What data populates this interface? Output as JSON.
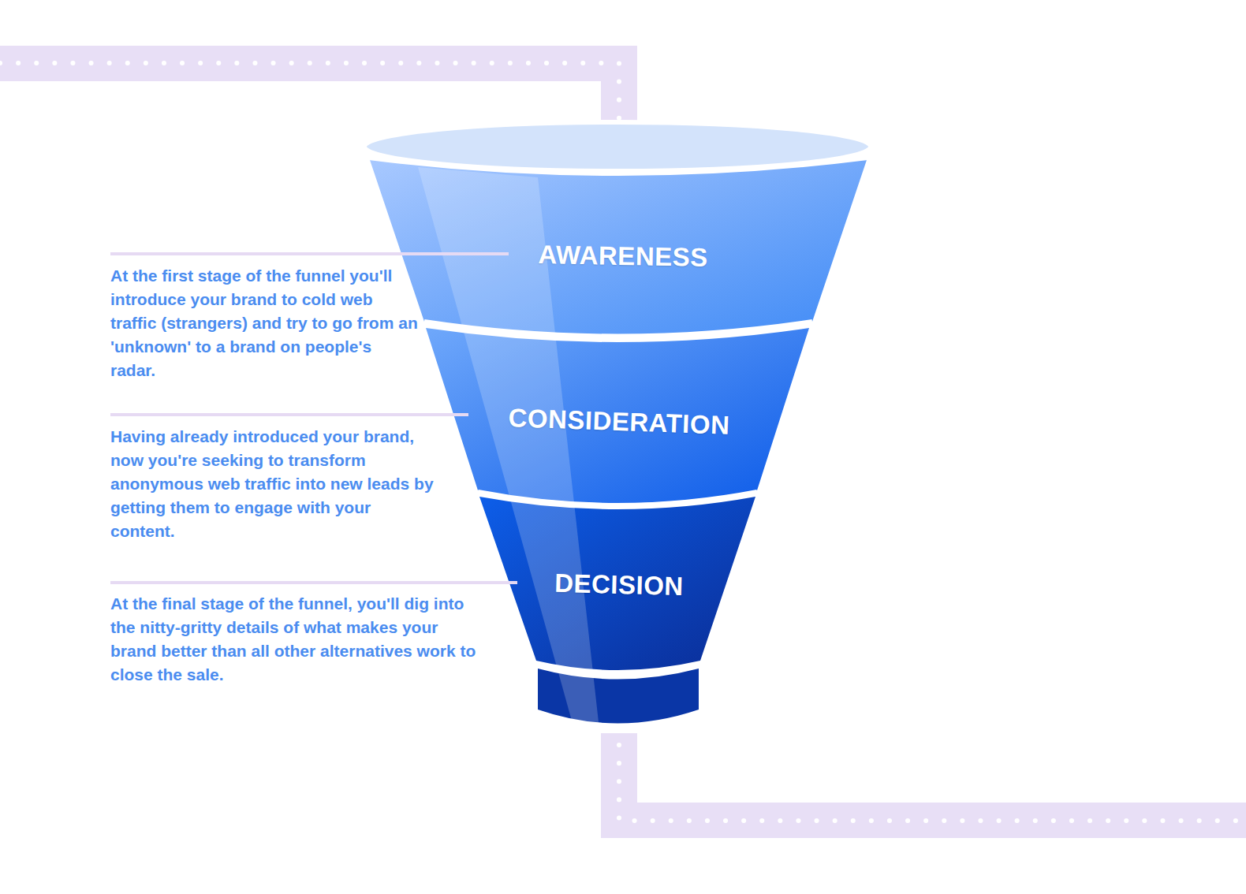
{
  "diagram": {
    "nodes": [
      {
        "text": [
          "AWARENESS"
        ]
      },
      {
        "text": [
          "CONSIDERATION"
        ]
      },
      {
        "text": [
          "DECISION"
        ]
      }
    ],
    "labels": [
      "At the first stage of the funnel you'll introduce your brand to cold web traffic (strangers) and try to go from an 'unknown' to a brand on people's radar.",
      "Having already introduced your brand, now you're seeking to transform anonymous web traffic into new leads by getting them to engage with your content.",
      "At the final stage of the funnel, you'll dig into the nitty-gritty details of what makes your brand better than all other alternatives work to close the sale."
    ]
  }
}
